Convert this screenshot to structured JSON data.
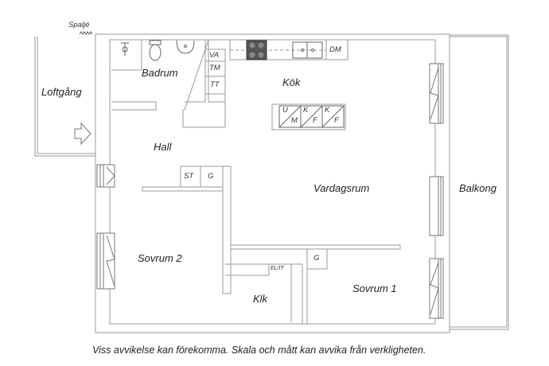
{
  "rooms": {
    "loftgang": "Loftgång",
    "badrum": "Badrum",
    "kok": "Kök",
    "hall": "Hall",
    "vardagsrum": "Vardagsrum",
    "balkong": "Balkong",
    "sovrum2": "Sovrum 2",
    "klk": "Klk",
    "sovrum1": "Sovrum 1"
  },
  "labels": {
    "spalje": "Spaljé",
    "va": "VA",
    "tm": "TM",
    "tt": "TT",
    "dm": "DM",
    "u": "U",
    "m": "M",
    "k1": "K",
    "f1": "F",
    "k2": "K",
    "f2": "F",
    "st": "ST",
    "g_hall": "G",
    "g_sovrum1": "G",
    "el_it": "EL/IT"
  },
  "caption": "Viss avvikelse kan förekomma. Skala och mått kan avvika från verkligheten.",
  "colors": {
    "wall": "#9a9a9a",
    "text": "#222222"
  }
}
